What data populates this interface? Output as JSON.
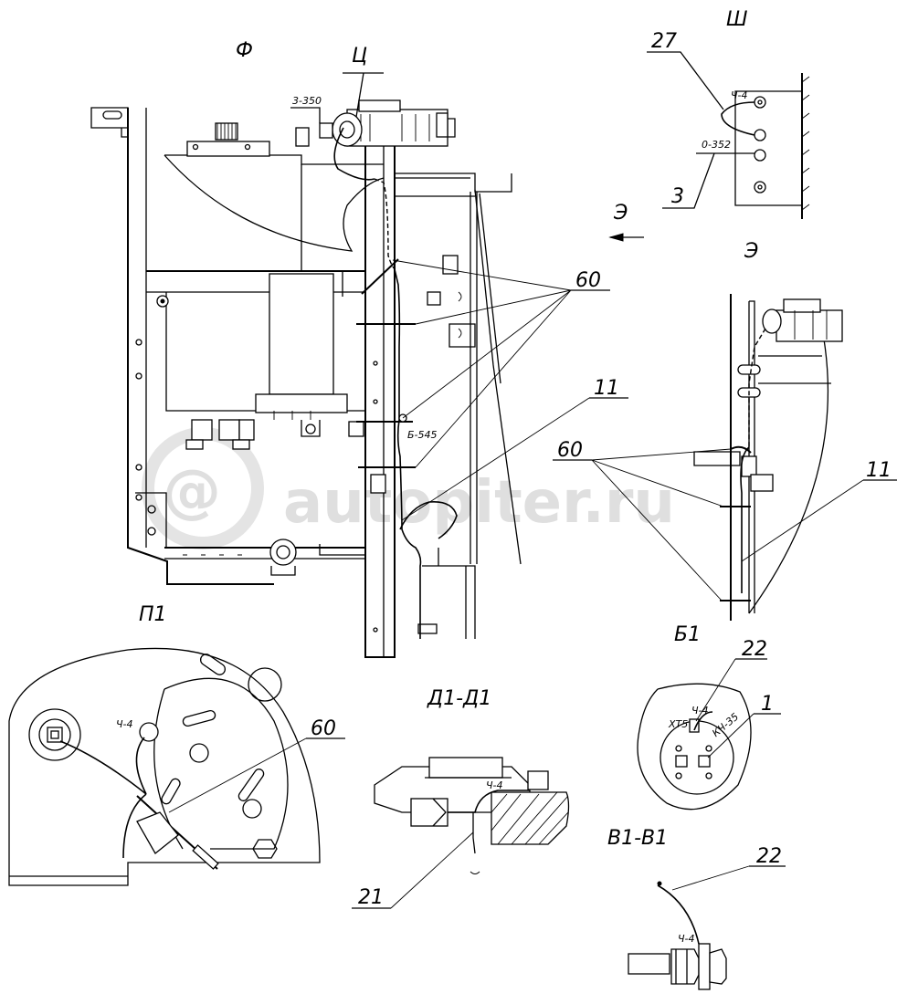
{
  "views": {
    "f": "Ф",
    "ts": "Ц",
    "sh": "Ш",
    "e_arrow": "Э",
    "e_view": "Э",
    "p1": "П1",
    "b1": "Б1",
    "d1": "Д1-Д1",
    "v1": "В1-В1"
  },
  "callouts": {
    "c27": "27",
    "c3": "3",
    "c60a": "60",
    "c11a": "11",
    "c60b": "60",
    "c11b": "11",
    "c22a": "22",
    "c1": "1",
    "c60c": "60",
    "c21": "21",
    "c22b": "22"
  },
  "wire_labels": {
    "w3_350": "3-350",
    "wch4_sh": "Ч-4",
    "w0_352": "0-352",
    "wb545": "Б-545",
    "wch4_p1": "Ч-4",
    "wch4_d1": "Ч-4",
    "wxt5": "ХТ5",
    "wch4_b1": "Ч-4",
    "wkch35": "КЧ-35",
    "wch4_v1": "Ч-4"
  },
  "watermark": "autopiter.ru"
}
